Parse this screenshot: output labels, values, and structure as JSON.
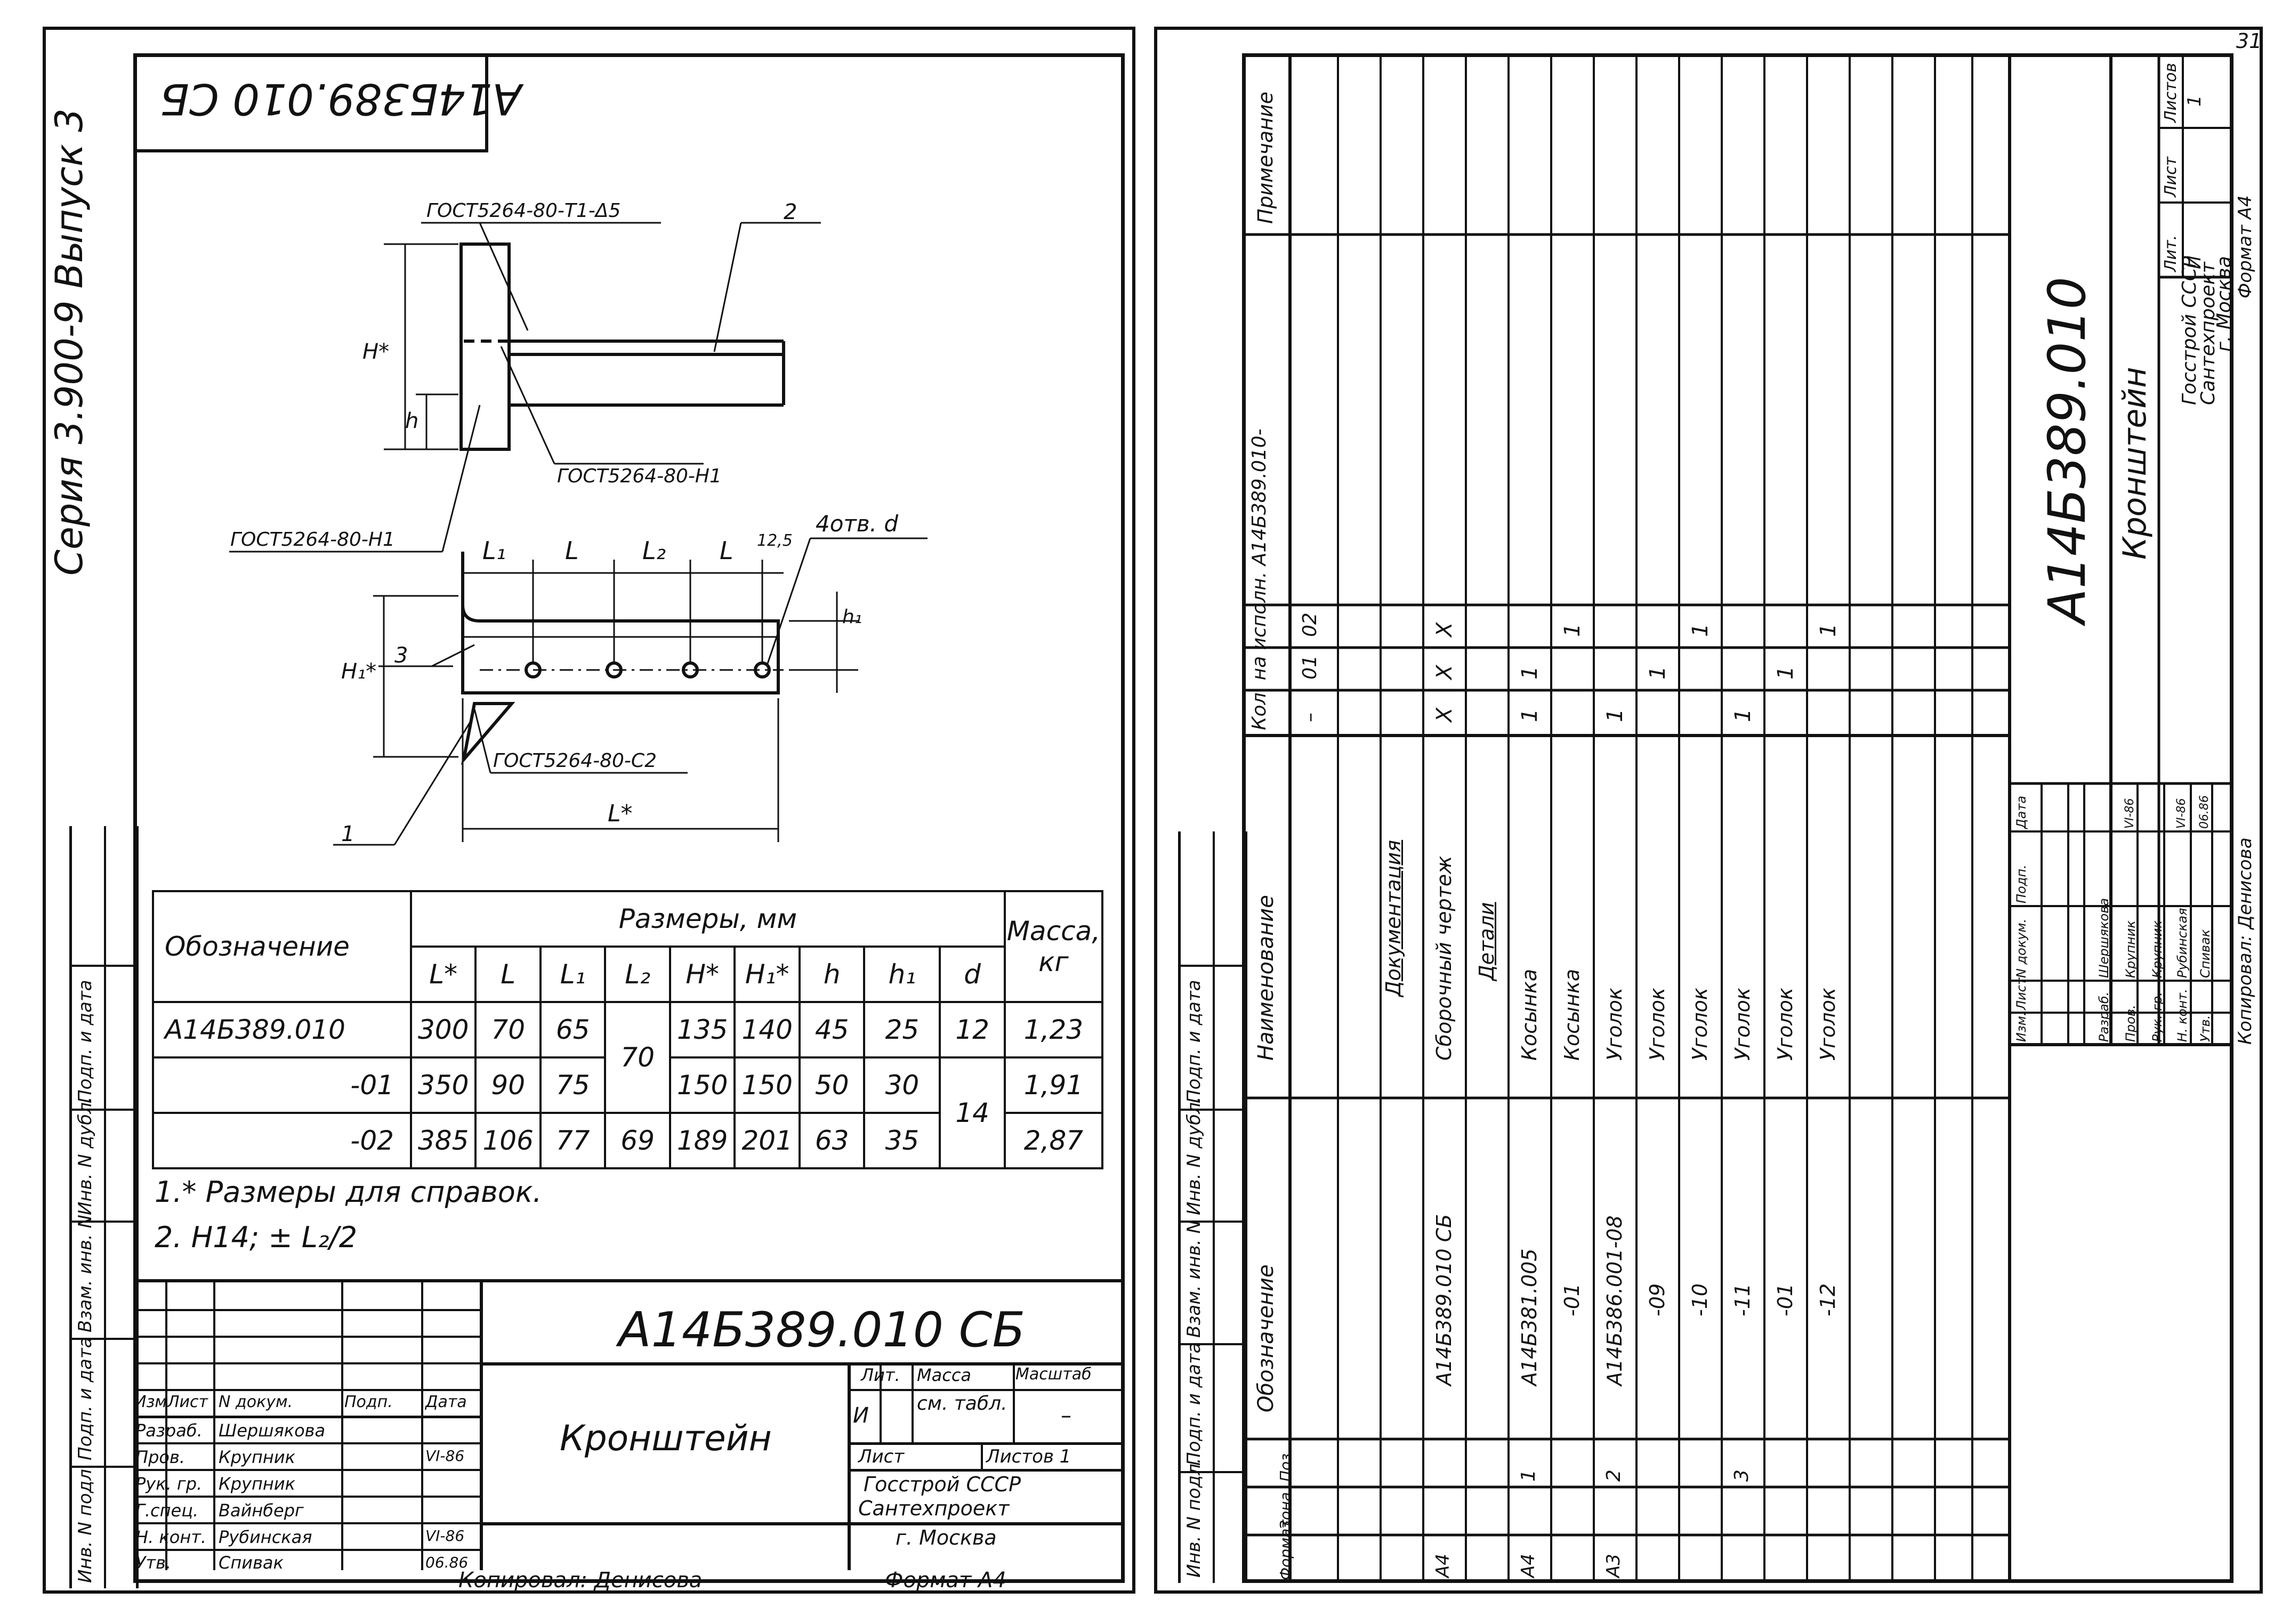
{
  "left_sheet": {
    "top_stamp": "А14Б389.010 СБ",
    "series_label": "Серия 3.900-9   Выпуск 3",
    "weld_top": "ГОСТ5264-80-Т1-Δ5",
    "weld_left": "ГОСТ5264-80-Н1",
    "weld_right": "ГОСТ5264-80-Н1",
    "weld_bottom": "ГОСТ5264-80-С2",
    "holes_note": "4отв. d",
    "dim_12_5": "12,5",
    "callouts": {
      "p1": "1",
      "p2": "2",
      "p3": "3"
    },
    "dim_labels": {
      "H": "H*",
      "h": "h",
      "H1": "H₁*",
      "h1": "h₁",
      "L1": "L₁",
      "L": "L",
      "L2": "L₂",
      "L4": "L",
      "Lstar": "L*"
    },
    "side_strip": [
      "Инв. N подл.",
      "Подп. и дата",
      "Взам. инв. N",
      "Инв. N дубл.",
      "Подп. и дата"
    ],
    "dims_table": {
      "col_designation": "Обозначение",
      "col_sizes": "Размеры, мм",
      "col_mass": "Масса, кг",
      "sub_headers": [
        "L*",
        "L",
        "L₁",
        "L₂",
        "H*",
        "H₁*",
        "h",
        "h₁",
        "d"
      ],
      "rows": [
        {
          "designation": "А14Б389.010",
          "L_star": "300",
          "L": "70",
          "L1": "65",
          "H": "135",
          "H1": "140",
          "h": "45",
          "h1": "25",
          "d": "12",
          "mass": "1,23"
        },
        {
          "designation": "-01",
          "L_star": "350",
          "L": "90",
          "L1": "75",
          "H": "150",
          "H1": "150",
          "h": "50",
          "h1": "30",
          "mass": "1,91"
        },
        {
          "designation": "-02",
          "L_star": "385",
          "L": "106",
          "L1": "77",
          "L2": "69",
          "H": "189",
          "H1": "201",
          "h": "63",
          "h1": "35",
          "mass": "2,87"
        }
      ],
      "merged_L2": "70",
      "merged_d": "14"
    },
    "notes": [
      "1.* Размеры для справок.",
      "2. H14; ± L₂/2"
    ],
    "title_block": {
      "code": "А14Б389.010 СБ",
      "name": "Кронштейн",
      "h_izm": "Изм",
      "h_list": "Лист",
      "h_ndok": "N докум.",
      "h_podp": "Подп.",
      "h_data": "Дата",
      "roles": [
        "Разраб.",
        "Пров.",
        "Рук. гр.",
        "Г.спец.",
        "Н. конт.",
        "Утв."
      ],
      "names": [
        "Шершякова",
        "Крупник",
        "Крупник",
        "Вайнберг",
        "Рубинская",
        "Спивак"
      ],
      "dates": [
        "",
        "VI-86",
        "",
        "",
        "VI-86",
        "06.86"
      ],
      "lit_header": "Лит.",
      "mass_header": "Масса",
      "scale_header": "Масштаб",
      "lit_value": "И",
      "mass_value": "см. табл.",
      "scale_value": "–",
      "sheet_label": "Лист",
      "sheets_label": "Листов 1",
      "org": "Госстрой СССР",
      "org2": "Сантехпроект",
      "city": "г. Москва"
    },
    "copied_by": "Копировал: Денисова",
    "format": "Формат А4"
  },
  "right_sheet": {
    "page_number": "31",
    "spec_headers": {
      "format": "Формат",
      "zone": "Зона",
      "pos": "Поз.",
      "designation": "Обозначение",
      "name": "Наименование",
      "qty": "Кол. на исполн. А14Б389.010-",
      "qty_cols": [
        "–",
        "01",
        "02"
      ],
      "note": "Примечание"
    },
    "rows": [
      {
        "format": "",
        "pos": "",
        "designation": "",
        "name": "Документация",
        "q0": "",
        "q1": "",
        "q2": ""
      },
      {
        "format": "А4",
        "pos": "",
        "designation": "А14Б389.010 СБ",
        "name": "Сборочный чертеж",
        "q0": "X",
        "q1": "X",
        "q2": "X"
      },
      {
        "format": "",
        "pos": "",
        "designation": "",
        "name": "Детали",
        "q0": "",
        "q1": "",
        "q2": ""
      },
      {
        "format": "А4",
        "pos": "1",
        "designation": "А14Б381.005",
        "name": "Косынка",
        "q0": "1",
        "q1": "1",
        "q2": ""
      },
      {
        "format": "",
        "pos": "",
        "designation": "-01",
        "name": "Косынка",
        "q0": "",
        "q1": "",
        "q2": "1"
      },
      {
        "format": "А3",
        "pos": "2",
        "designation": "А14Б386.001-08",
        "name": "Уголок",
        "q0": "1",
        "q1": "",
        "q2": ""
      },
      {
        "format": "",
        "pos": "",
        "designation": "-09",
        "name": "Уголок",
        "q0": "",
        "q1": "1",
        "q2": ""
      },
      {
        "format": "",
        "pos": "",
        "designation": "-10",
        "name": "Уголок",
        "q0": "",
        "q1": "",
        "q2": "1"
      },
      {
        "format": "",
        "pos": "3",
        "designation": "-11",
        "name": "Уголок",
        "q0": "1",
        "q1": "",
        "q2": ""
      },
      {
        "format": "",
        "pos": "",
        "designation": "-01",
        "name": "Уголок",
        "q0": "",
        "q1": "1",
        "q2": ""
      },
      {
        "format": "",
        "pos": "",
        "designation": "-12",
        "name": "Уголок",
        "q0": "",
        "q1": "",
        "q2": "1"
      }
    ],
    "side_strip": [
      "Инв. N подл.",
      "Подп. и дата",
      "Взам. инв. N",
      "Инв. N дубл.",
      "Подп. и дата"
    ],
    "title_block": {
      "code": "А14Б389.010",
      "name": "Кронштейн",
      "lit_headers": [
        "Лит.",
        "Лист",
        "Листов"
      ],
      "lit_values": [
        "И",
        "",
        "1"
      ],
      "org": "Госстрой СССР",
      "org2": "Сантехпроект",
      "city": "г. Москва",
      "format": "Формат А4",
      "copied_by": "Копировал: Денисова",
      "roles": [
        "Изм.",
        "Лист",
        "N докум.",
        "Подп.",
        "Дата"
      ],
      "people": [
        {
          "role": "Разраб.",
          "name": "Шершякова",
          "date": ""
        },
        {
          "role": "Пров.",
          "name": "Крупник",
          "date": "VI-86"
        },
        {
          "role": "Рук. гр.",
          "name": "Крупник",
          "date": ""
        },
        {
          "role": "Н. конт.",
          "name": "Рубинская",
          "date": "VI-86"
        },
        {
          "role": "Утв.",
          "name": "Спивак",
          "date": "06.86"
        }
      ]
    }
  }
}
